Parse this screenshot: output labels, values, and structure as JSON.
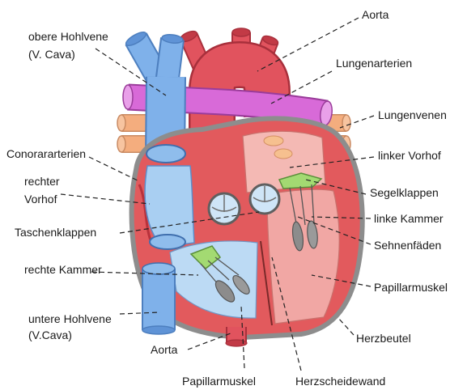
{
  "labels": {
    "aorta_top": "Aorta",
    "superior_vena_cava_line1": "obere Hohlvene",
    "superior_vena_cava_line2": "(V. Cava)",
    "pulmonary_arteries": "Lungenarterien",
    "pulmonary_veins": "Lungenvenen",
    "coronary_arteries": "Conorararterien",
    "left_atrium": "linker Vorhof",
    "right_atrium_line1": "rechter",
    "right_atrium_line2": "Vorhof",
    "atrioventricular_valves": "Segelklappen",
    "left_ventricle": "linke Kammer",
    "semilunar_valves": "Taschenklappen",
    "chordae_tendineae": "Sehnenfäden",
    "right_ventricle": "rechte Kammer",
    "papillary_muscle_right": "Papillarmuskel",
    "inferior_vena_cava_line1": "untere Hohlvene",
    "inferior_vena_cava_line2": "(V.Cava)",
    "aorta_bottom": "Aorta",
    "pericardium": "Herzbeutel",
    "papillary_muscle_bottom": "Papillarmuskel",
    "septum": "Herzscheidewand"
  },
  "colors": {
    "vein_blue": "#7fb1ea",
    "artery_red": "#e1535e",
    "pulmonary_artery_magenta": "#d86ad8",
    "pulmonary_vein_orange": "#f4ad7e",
    "heart_muscle": "#e25a5d",
    "pericardium_gray": "#8d8d8d",
    "valve_green": "#a3da72"
  }
}
